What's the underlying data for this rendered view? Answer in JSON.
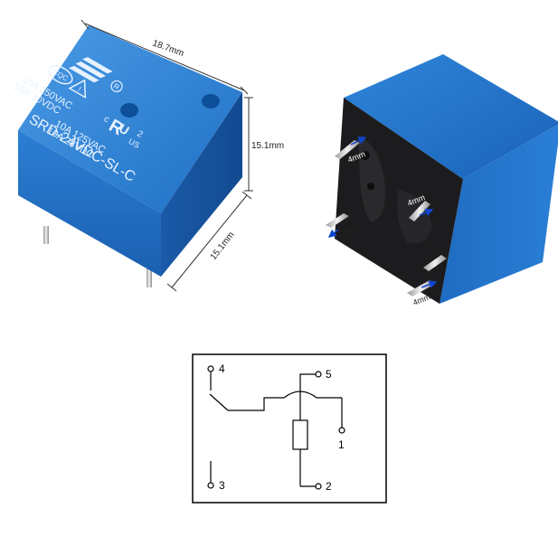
{
  "dimensions": {
    "length": "18.7mm",
    "height": "15.1mm",
    "width": "15.1mm",
    "pin_a": "4mm",
    "pin_b": "4mm",
    "pin_c": "4mm",
    "pin_d": "4mm"
  },
  "relay_markings": {
    "cqc": "CQC",
    "registered": "R",
    "ul_c": "c",
    "ul_us": "US",
    "ul_num": "2",
    "line1": "10A 250VAC",
    "line2": "10A 30VDC",
    "line3": "10A 125VAC",
    "line4": "10A 28VDC",
    "model": "SRD-24VDC-SL-C"
  },
  "schematic": {
    "pin4": "4",
    "pin5": "5",
    "pin1": "1",
    "pin3": "3",
    "pin2": "2"
  },
  "colors": {
    "relay_blue": "#1f73c9",
    "relay_blue_dark": "#0f4f9e",
    "relay_blue_light": "#3d8fe0",
    "base_black": "#1c1c1e",
    "arrow_blue": "#1144cc"
  }
}
